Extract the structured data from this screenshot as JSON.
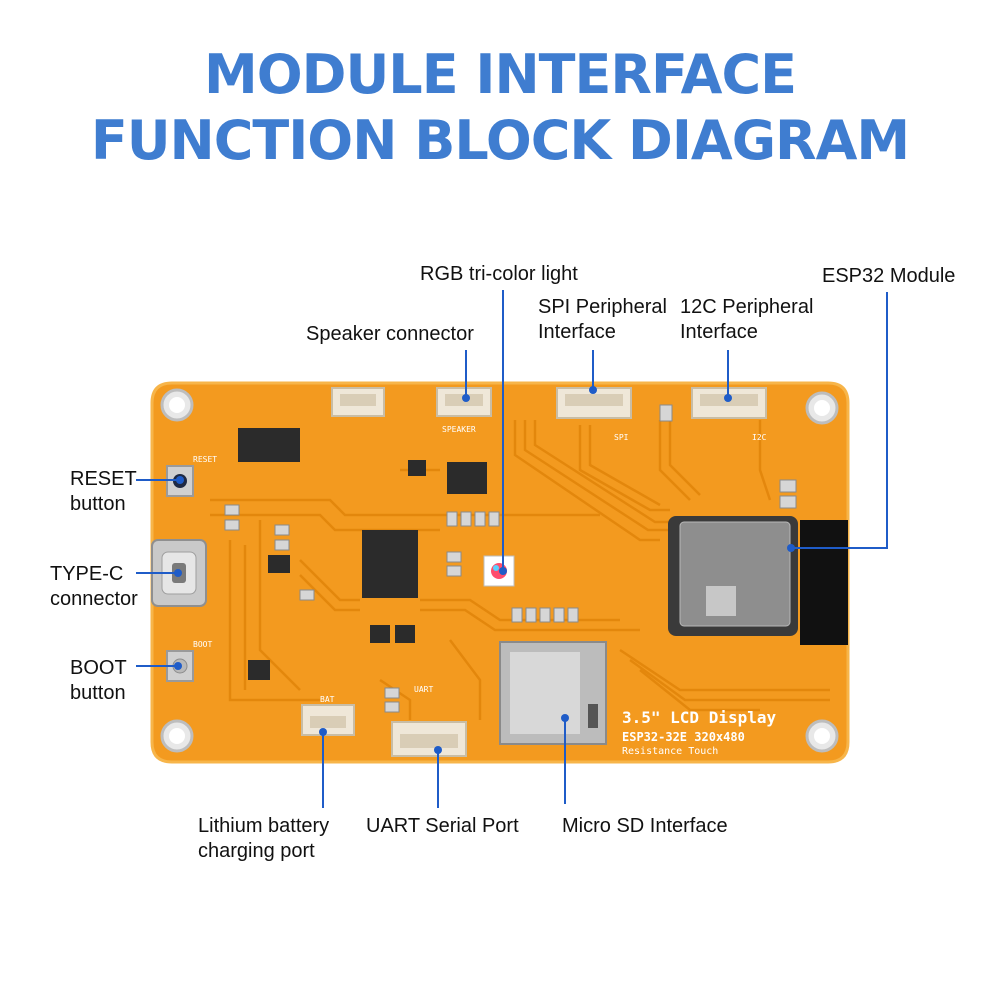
{
  "title": {
    "line1": "MODULE INTERFACE",
    "line2": "FUNCTION BLOCK DIAGRAM"
  },
  "labels": {
    "rgb_light": "RGB tri-color light",
    "esp32_module": "ESP32  Module",
    "spi_line1": "SPI Peripheral",
    "spi_line2": "Interface",
    "i2c_line1": "12C Peripheral",
    "i2c_line2": "Interface",
    "speaker_connector": "Speaker connector",
    "reset_line1": "RESET",
    "reset_line2": "button",
    "typec_line1": "TYPE-C",
    "typec_line2": "connector",
    "boot_line1": "BOOT",
    "boot_line2": "button",
    "battery_line1": "Lithium battery",
    "battery_line2": "charging port",
    "uart_port": "UART Serial Port",
    "microsd": "Micro SD Interface"
  },
  "silkscreen": {
    "display_name": "3.5\" LCD Display",
    "model": "ESP32-32E  320x480",
    "touch": "Resistance Touch",
    "reset": "RESET",
    "boot": "BOOT",
    "speaker": "SPEAKER",
    "spi": "SPI",
    "i2c": "I2C",
    "bat": "BAT",
    "uart": "UART"
  },
  "colors": {
    "title_blue": "#3f7dd0",
    "pcb_orange": "#f39a1f",
    "pcb_edge": "#f7b54a",
    "trace": "#e68a10",
    "leader_line": "#1f5cc8"
  }
}
